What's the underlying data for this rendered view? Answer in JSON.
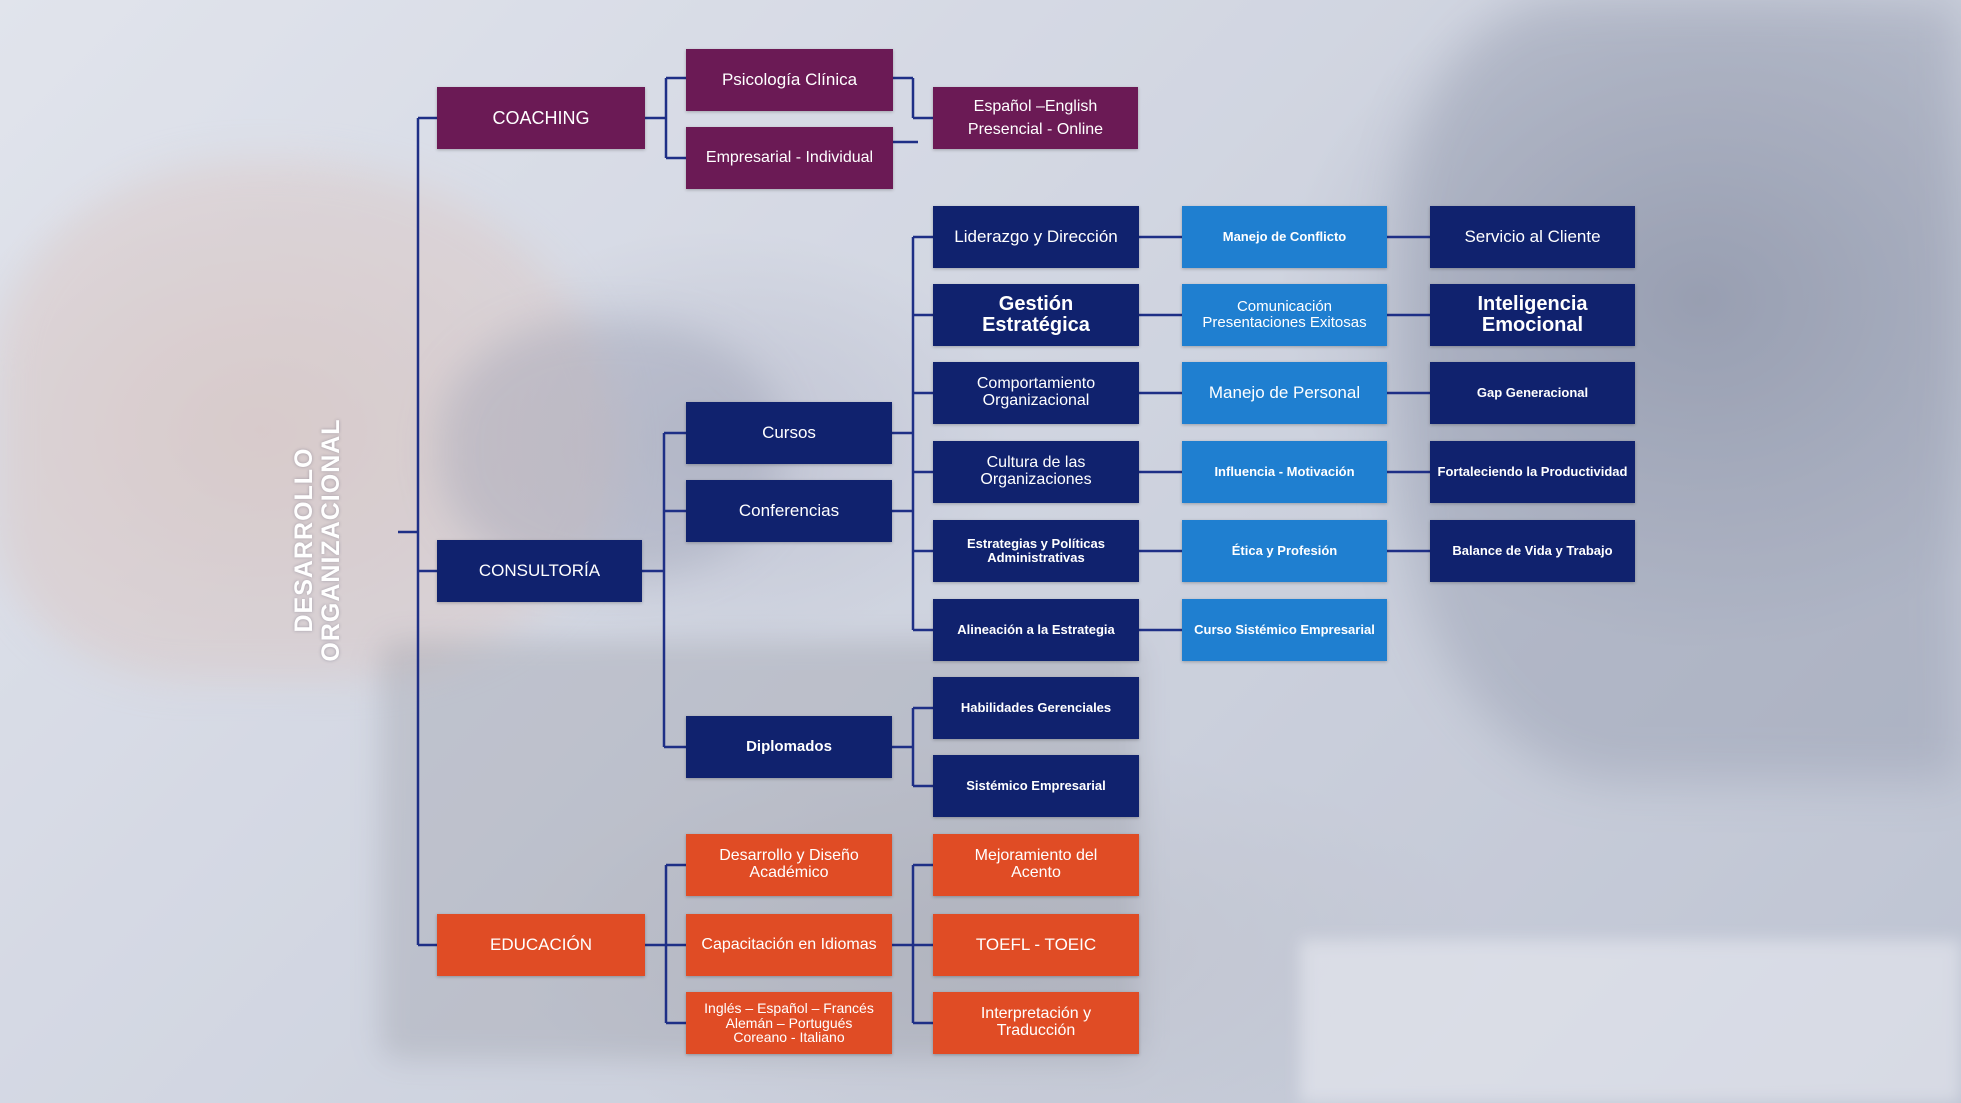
{
  "title": "DESARROLLO\nORGANIZACIONAL",
  "coaching": {
    "label": "COACHING",
    "children": [
      "Psicología Clínica",
      "Empresarial - Individual"
    ],
    "languages": "Español –English\nPresencial - Online"
  },
  "consultoria": {
    "label": "CONSULTORÍA",
    "cursos": "Cursos",
    "conferencias": "Conferencias",
    "diplomados": "Diplomados",
    "topics_col1": [
      "Liderazgo y Dirección",
      "Gestión\nEstratégica",
      "Comportamiento\nOrganizacional",
      "Cultura de las\nOrganizaciones",
      "Estrategias y Políticas\nAdministrativas",
      "Alineación a la Estrategia"
    ],
    "topics_col2": [
      "Manejo de Conflicto",
      "Comunicación\nPresentaciones Exitosas",
      "Manejo de Personal",
      "Influencia - Motivación",
      "Ética y Profesión",
      "Curso Sistémico Empresarial"
    ],
    "topics_col3": [
      "Servicio al Cliente",
      "Inteligencia\nEmocional",
      "Gap Generacional",
      "Fortaleciendo la Productividad",
      "Balance de Vida y Trabajo"
    ],
    "diplomados_children": [
      "Habilidades Gerenciales",
      "Sistémico Empresarial"
    ]
  },
  "educacion": {
    "label": "EDUCACIÓN",
    "children": [
      "Desarrollo y Diseño\nAcadémico",
      "Capacitación en Idiomas",
      "Inglés – Español – Francés\nAlemán – Portugués\nCoreano - Italiano"
    ],
    "idiomas_children": [
      "Mejoramiento del\nAcento",
      "TOEFL - TOEIC",
      "Interpretación y\nTraducción"
    ]
  },
  "colors": {
    "coaching": "#6b1a55",
    "consultoria": "#10226e",
    "topics_light": "#1f7fd0",
    "educacion": "#e04c25",
    "connector": "#1e2f86"
  }
}
